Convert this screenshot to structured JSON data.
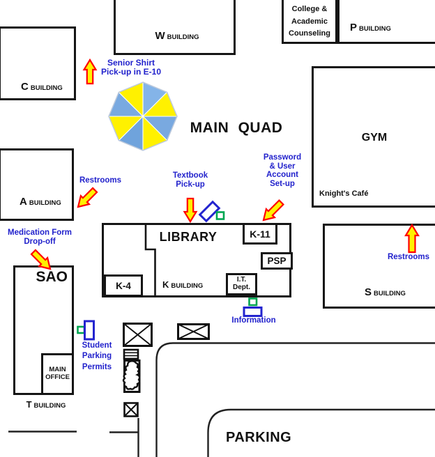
{
  "buildings": {
    "w": {
      "letter": "W",
      "word": "BUILDING"
    },
    "c": {
      "letter": "C",
      "word": "BUILDING"
    },
    "a": {
      "letter": "A",
      "word": "BUILDING"
    },
    "p": {
      "letter": "P",
      "word": "BUILDING"
    },
    "s": {
      "letter": "S",
      "word": "BUILDING"
    },
    "t": {
      "letter": "T",
      "word": "BUILDING"
    },
    "college": {
      "line1": "College &",
      "line2": "Academic",
      "line3": "Counseling"
    },
    "gym": {
      "name": "GYM",
      "cafe": "Knight's Café"
    },
    "sao": {
      "name": "SAO",
      "office_line1": "MAIN",
      "office_line2": "OFFICE"
    },
    "library": {
      "name": "LIBRARY",
      "k11": "K-11",
      "psp": "PSP",
      "k4": "K-4",
      "it_line1": "I.T.",
      "it_line2": "Dept.",
      "k_letter": "K",
      "k_word": "BUILDING"
    }
  },
  "areas": {
    "main_quad": "MAIN QUAD",
    "parking": "PARKING"
  },
  "annotations": {
    "senior_shirt": {
      "line1": "Senior Shirt",
      "line2": "Pick-up in E-10"
    },
    "restrooms_a": "Restrooms",
    "textbook": {
      "line1": "Textbook",
      "line2": "Pick-up"
    },
    "password": {
      "line1": "Password",
      "line2": "& User",
      "line3": "Account",
      "line4": "Set-up"
    },
    "medication": {
      "line1": "Medication Form",
      "line2": "Drop-off"
    },
    "student_parking": {
      "line1": "Student",
      "line2": "Parking",
      "line3": "Permits"
    },
    "information": "Information",
    "restrooms_s": "Restrooms"
  },
  "icons": {
    "umbrella": "quad-umbrella-icon",
    "arrows": "yellow-block-arrow-with-red-outline",
    "green_square": "green-small-square-marker",
    "blue_rectangle": "blue-rectangle-marker",
    "crossed_box": "crossed-box-symbol",
    "striped_box": "striped-box-symbol",
    "tree_blob": "tree-planter-symbol"
  },
  "colors": {
    "annotation_text": "#2222CC",
    "arrow_fill": "#FFF100",
    "arrow_outline": "#FF0000",
    "shape_green": "#00A651",
    "shape_blue": "#2324CF",
    "umbrella_yellow": "#FFF100",
    "umbrella_blue": "#79A9E0"
  }
}
